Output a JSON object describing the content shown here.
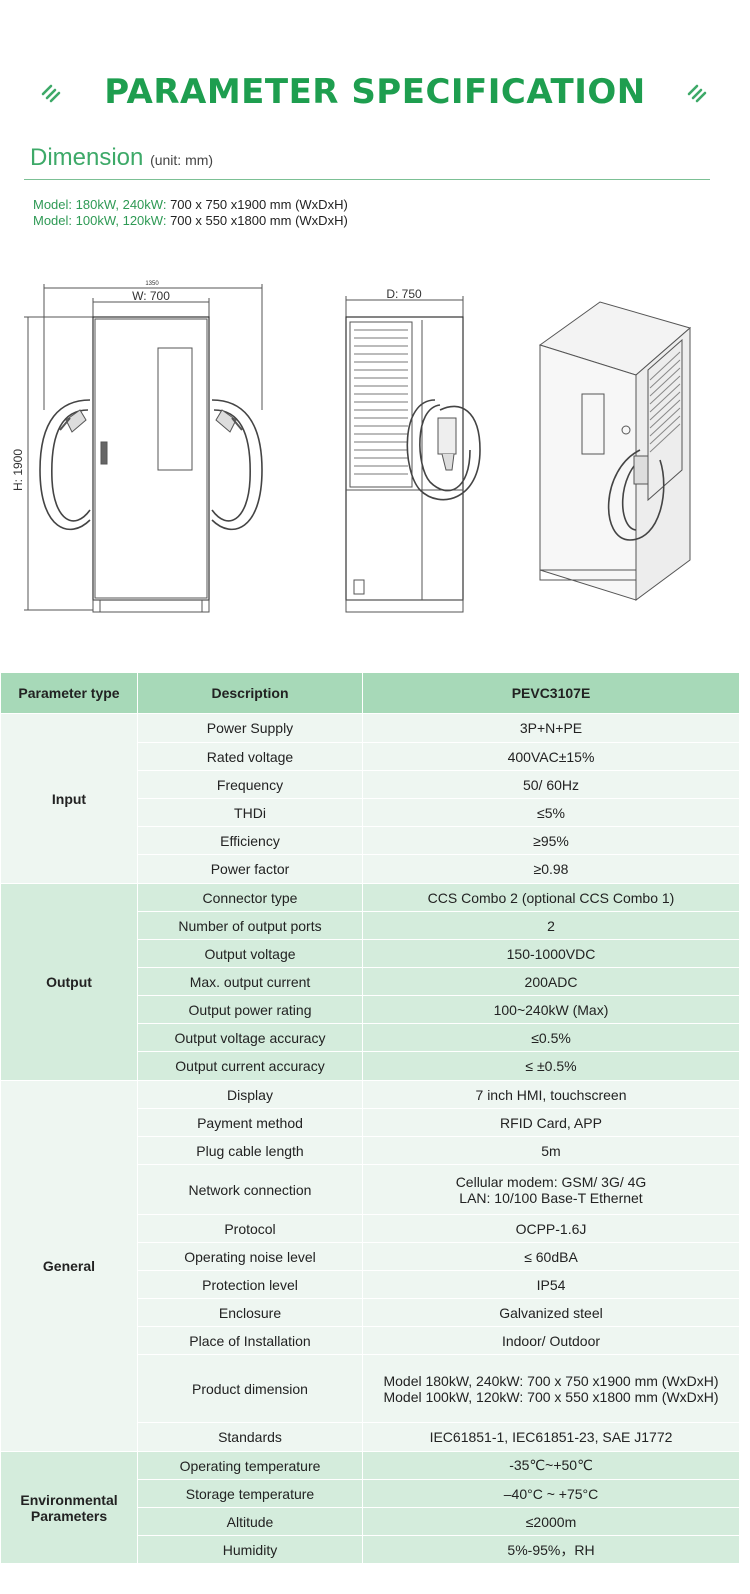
{
  "header": {
    "title": "PARAMETER SPECIFICATION",
    "accent_color": "#1e9e4f",
    "left_icon": "double-slash-icon",
    "right_icon": "double-slash-icon"
  },
  "dimension": {
    "title": "Dimension",
    "unit": "(unit: mm)",
    "models": [
      {
        "label": "Model: 180kW, 240kW:",
        "value": "700 x 750 x1900 mm (WxDxH)"
      },
      {
        "label": "Model: 100kW, 120kW:",
        "value": "700 x 550 x1800 mm (WxDxH)"
      }
    ],
    "front_width_label": "W: 700",
    "total_width_label": "1350",
    "height_label": "H: 1900",
    "depth_label": "D: 750"
  },
  "table": {
    "headers": [
      "Parameter type",
      "Description",
      "PEVC3107E"
    ],
    "header_color": "#a7d9b8",
    "groups": [
      {
        "name": "Input",
        "rows": [
          {
            "desc": "Power Supply",
            "value": [
              "3P+N+PE"
            ]
          },
          {
            "desc": "Rated voltage",
            "value": [
              "400VAC±15%"
            ]
          },
          {
            "desc": "Frequency",
            "value": [
              "50/ 60Hz"
            ]
          },
          {
            "desc": "THDi",
            "value": [
              "≤5%"
            ]
          },
          {
            "desc": "Efficiency",
            "value": [
              "≥95%"
            ]
          },
          {
            "desc": "Power factor",
            "value": [
              "≥0.98"
            ]
          }
        ]
      },
      {
        "name": "Output",
        "rows": [
          {
            "desc": "Connector type",
            "value": [
              "CCS Combo 2 (optional CCS Combo 1)"
            ]
          },
          {
            "desc": "Number of output ports",
            "value": [
              "2"
            ]
          },
          {
            "desc": "Output voltage",
            "value": [
              "150-1000VDC"
            ]
          },
          {
            "desc": "Max. output current",
            "value": [
              "200ADC"
            ]
          },
          {
            "desc": "Output power rating",
            "value": [
              "100~240kW (Max)"
            ]
          },
          {
            "desc": "Output voltage accuracy",
            "value": [
              "≤0.5%"
            ]
          },
          {
            "desc": "Output current accuracy",
            "value": [
              "≤ ±0.5%"
            ]
          }
        ]
      },
      {
        "name": "General",
        "rows": [
          {
            "desc": "Display",
            "value": [
              "7 inch HMI, touchscreen"
            ]
          },
          {
            "desc": "Payment method",
            "value": [
              "RFID Card, APP"
            ]
          },
          {
            "desc": "Plug cable length",
            "value": [
              "5m"
            ]
          },
          {
            "desc": "Network connection",
            "value": [
              "Cellular modem: GSM/ 3G/ 4G",
              "LAN: 10/100 Base-T Ethernet"
            ]
          },
          {
            "desc": "Protocol",
            "value": [
              "OCPP-1.6J"
            ]
          },
          {
            "desc": "Operating noise level",
            "value": [
              "≤ 60dBA"
            ]
          },
          {
            "desc": "Protection level",
            "value": [
              "IP54"
            ]
          },
          {
            "desc": "Enclosure",
            "value": [
              "Galvanized steel"
            ]
          },
          {
            "desc": "Place of Installation",
            "value": [
              "Indoor/ Outdoor"
            ]
          },
          {
            "desc": "Product dimension",
            "value": [
              "Model 180kW, 240kW: 700 x 750 x1900 mm (WxDxH)",
              "Model 100kW, 120kW: 700 x 550 x1800 mm (WxDxH)"
            ]
          },
          {
            "desc": "Standards",
            "value": [
              "IEC61851-1, IEC61851-23, SAE J1772"
            ]
          }
        ]
      },
      {
        "name": "Environmental Parameters",
        "rows": [
          {
            "desc": "Operating temperature",
            "value": [
              "-35℃~+50℃"
            ]
          },
          {
            "desc": "Storage temperature",
            "value": [
              "–40°C ~ +75°C"
            ]
          },
          {
            "desc": "Altitude",
            "value": [
              "≤2000m"
            ]
          },
          {
            "desc": "Humidity",
            "value": [
              "5%-95%，RH"
            ]
          }
        ]
      }
    ]
  }
}
